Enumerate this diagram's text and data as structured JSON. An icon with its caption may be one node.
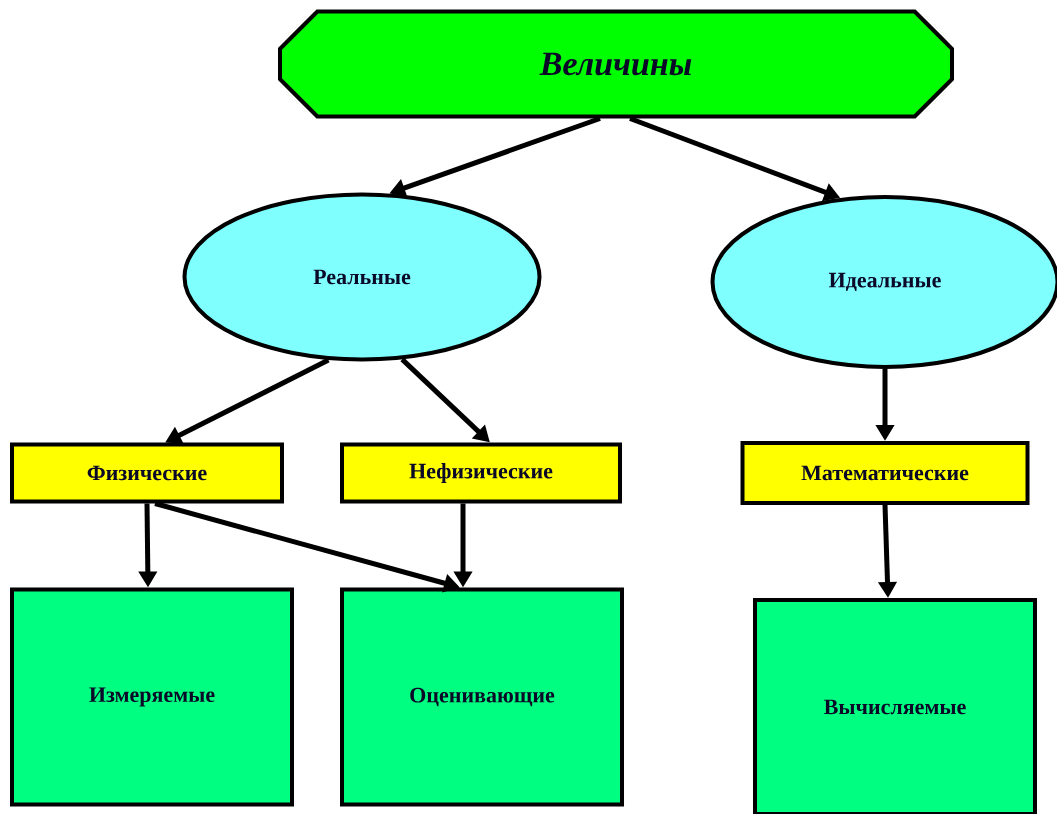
{
  "diagram": {
    "nodes": [
      {
        "text": [
          "Величины"
        ]
      },
      {
        "text": [
          "Реальные"
        ]
      },
      {
        "text": [
          "Идеальные"
        ]
      },
      {
        "text": [
          "Физические"
        ]
      },
      {
        "text": [
          "Нефизические"
        ]
      },
      {
        "text": [
          "Математические"
        ]
      },
      {
        "text": [
          "Измеряемые"
        ]
      },
      {
        "text": [
          "Оценивающие"
        ]
      },
      {
        "text": [
          "Вычисляемые"
        ]
      }
    ],
    "edges": [
      {
        "from": 0,
        "to": 1,
        "arrow": "to"
      },
      {
        "from": 0,
        "to": 2,
        "arrow": "to"
      },
      {
        "from": 1,
        "to": 3,
        "arrow": "to"
      },
      {
        "from": 1,
        "to": 4,
        "arrow": "to"
      },
      {
        "from": 2,
        "to": 5,
        "arrow": "to"
      },
      {
        "from": 3,
        "to": 6,
        "arrow": "to"
      },
      {
        "from": 3,
        "to": 7,
        "arrow": "to"
      },
      {
        "from": 4,
        "to": 7,
        "arrow": "to"
      },
      {
        "from": 5,
        "to": 8,
        "arrow": "to"
      }
    ]
  }
}
